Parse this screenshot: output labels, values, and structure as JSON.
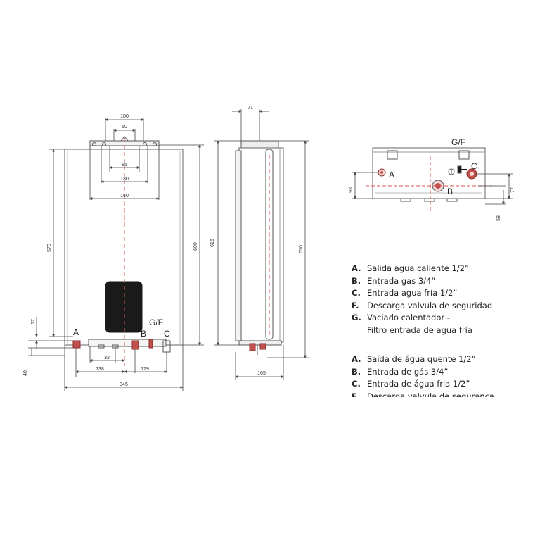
{
  "front_view": {
    "dims": {
      "top_outer": "100",
      "top_inner": "60",
      "top_85": "85",
      "top_130": "130",
      "top_160": "160",
      "left_570": "570",
      "left_17": "17",
      "left_40": "40",
      "right_600": "600",
      "bottom_32": "32",
      "bottom_138": "138",
      "bottom_129": "129",
      "bottom_345": "345"
    },
    "labels": {
      "a": "A",
      "b": "B",
      "gf": "G/F",
      "c": "C"
    }
  },
  "side_view": {
    "dims": {
      "top_71": "71",
      "left_616": "616",
      "right_650": "650",
      "bottom_165": "165"
    }
  },
  "bottom_view": {
    "dims": {
      "left_93": "93",
      "right_77": "77",
      "right_58": "58"
    },
    "labels": {
      "gf": "G/F",
      "a": "A",
      "b": "B",
      "c": "C"
    }
  },
  "legend_es": [
    {
      "key": "A.",
      "text": "Salida agua caliente 1/2”"
    },
    {
      "key": "B.",
      "text": "Entrada gas 3/4”"
    },
    {
      "key": "C.",
      "text": "Entrada agua fría 1/2”"
    },
    {
      "key": "F.",
      "text": "Descarga valvula de seguridad"
    },
    {
      "key": "G.",
      "text": "Vaciado calentador -"
    }
  ],
  "legend_es_cont": "Filtro entrada de agua fría",
  "legend_pt": [
    {
      "key": "A.",
      "text": "Saída de água quente 1/2”"
    },
    {
      "key": "B.",
      "text": "Entrada de gás 3/4”"
    },
    {
      "key": "C.",
      "text": "Entrada de água fria 1/2”"
    },
    {
      "key": "F.",
      "text": "Descarga valvula de seguranca"
    }
  ]
}
